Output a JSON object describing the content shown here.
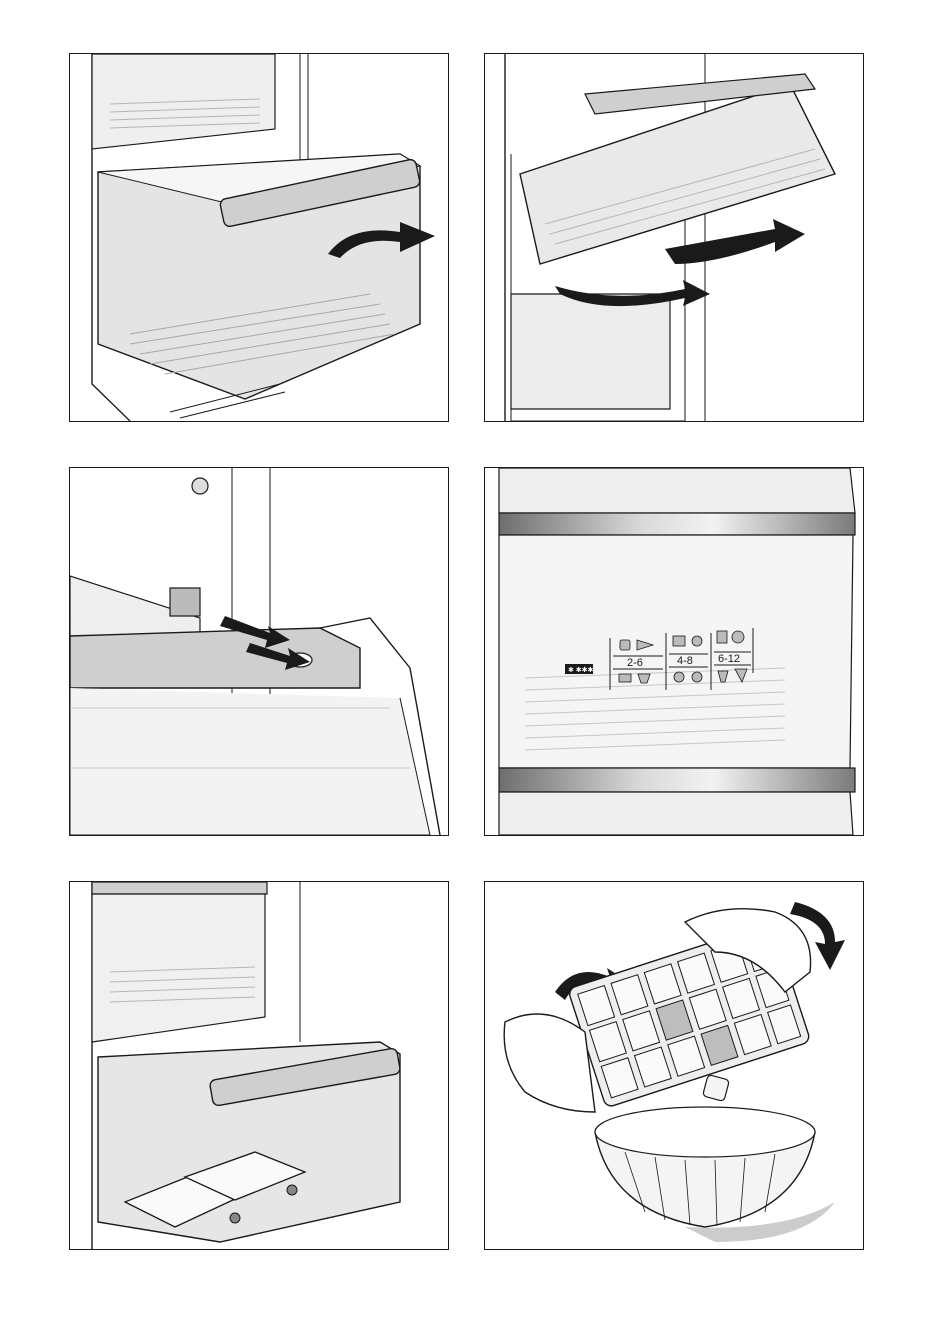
{
  "illustrations": [
    {
      "name": "drawer-removal"
    },
    {
      "name": "shelf-removal"
    },
    {
      "name": "drawer-rail-detail"
    },
    {
      "name": "freezer-drawer-labels"
    },
    {
      "name": "ice-packs-in-drawer"
    },
    {
      "name": "ice-cube-tray"
    }
  ],
  "freezer_labels": {
    "star_badge": "✱ ✱✱✱",
    "range_1": "2-6",
    "range_2": "4-8",
    "range_3": "6-12"
  },
  "colors": {
    "line": "#1a1a1a",
    "shade": "#d9d9d9",
    "steel": "#9a9a9a"
  }
}
